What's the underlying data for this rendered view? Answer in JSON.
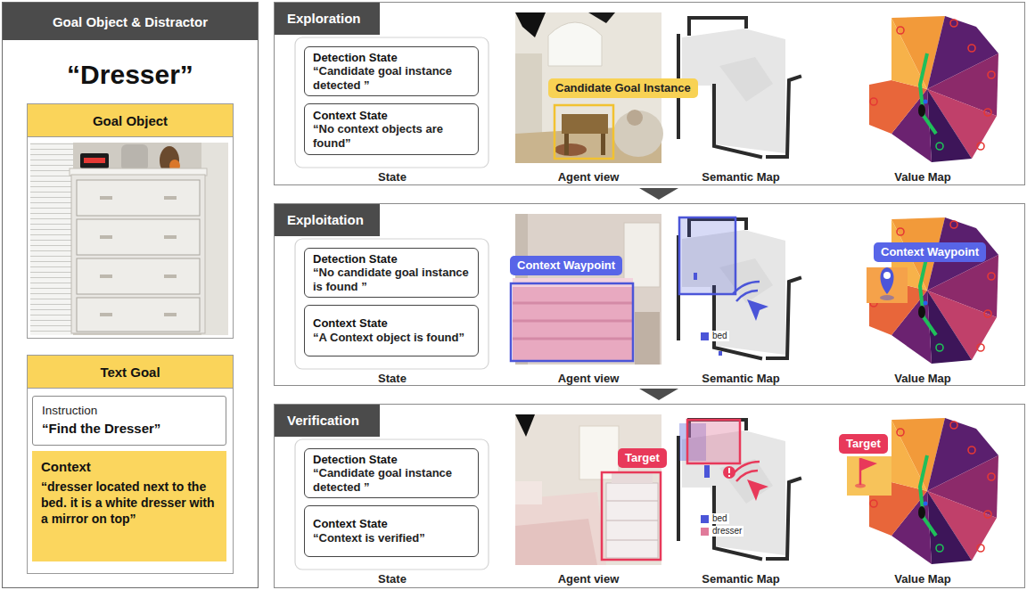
{
  "diagram": {
    "nodes": [
      {
        "text": [
          "Goal Object & Distractor",
          "“Dresser”"
        ]
      },
      {
        "text": [
          "Goal Object"
        ],
        "in": 0
      },
      {
        "text": [
          "Text Goal"
        ],
        "in": 0
      },
      {
        "text": [
          "Instruction",
          "“Find the Dresser”"
        ],
        "in": 2
      },
      {
        "text": [
          "Context",
          "“dresser located next to the bed. it is a white dresser with a mirror on top”"
        ],
        "in": 2
      },
      {
        "text": [
          "Exploration"
        ]
      },
      {
        "text": [
          "Detection State",
          "“Candidate goal instance detected ”"
        ],
        "in": 5
      },
      {
        "text": [
          "Context State",
          "“No context objects are found”"
        ],
        "in": 5
      },
      {
        "text": [
          "Candidate Goal Instance"
        ],
        "in": 5
      },
      {
        "text": [
          "Exploitation"
        ]
      },
      {
        "text": [
          "Detection State",
          "“No candidate goal instance is found ”"
        ],
        "in": 9
      },
      {
        "text": [
          "Context State",
          "“A Context object is found”"
        ],
        "in": 9
      },
      {
        "text": [
          "Context Waypoint"
        ],
        "in": 9
      },
      {
        "text": [
          "Context Waypoint"
        ],
        "in": 9
      },
      {
        "text": [
          "Verification"
        ]
      },
      {
        "text": [
          "Detection State",
          "“Candidate goal instance detected ”"
        ],
        "in": 14
      },
      {
        "text": [
          "Context State",
          "“Context is verified”"
        ],
        "in": 14
      },
      {
        "text": [
          "Target"
        ],
        "in": 14
      },
      {
        "text": [
          "Target"
        ],
        "in": 14
      }
    ],
    "edges": [
      {
        "from": 5,
        "to": 9,
        "arrow": "to"
      },
      {
        "from": 9,
        "to": 14,
        "arrow": "to"
      }
    ],
    "labels": [
      "State",
      "Agent view",
      "Semantic Map",
      "Value Map",
      "State",
      "Agent view",
      "Semantic Map",
      "Value Map",
      "State",
      "Agent view",
      "Semantic Map",
      "Value Map"
    ],
    "legend": [
      {
        "text": "bed",
        "color": "#4b55d8"
      },
      {
        "text": "bed",
        "color": "#4b55d8"
      },
      {
        "text": "dresser",
        "color": "#e07a9a"
      }
    ]
  }
}
